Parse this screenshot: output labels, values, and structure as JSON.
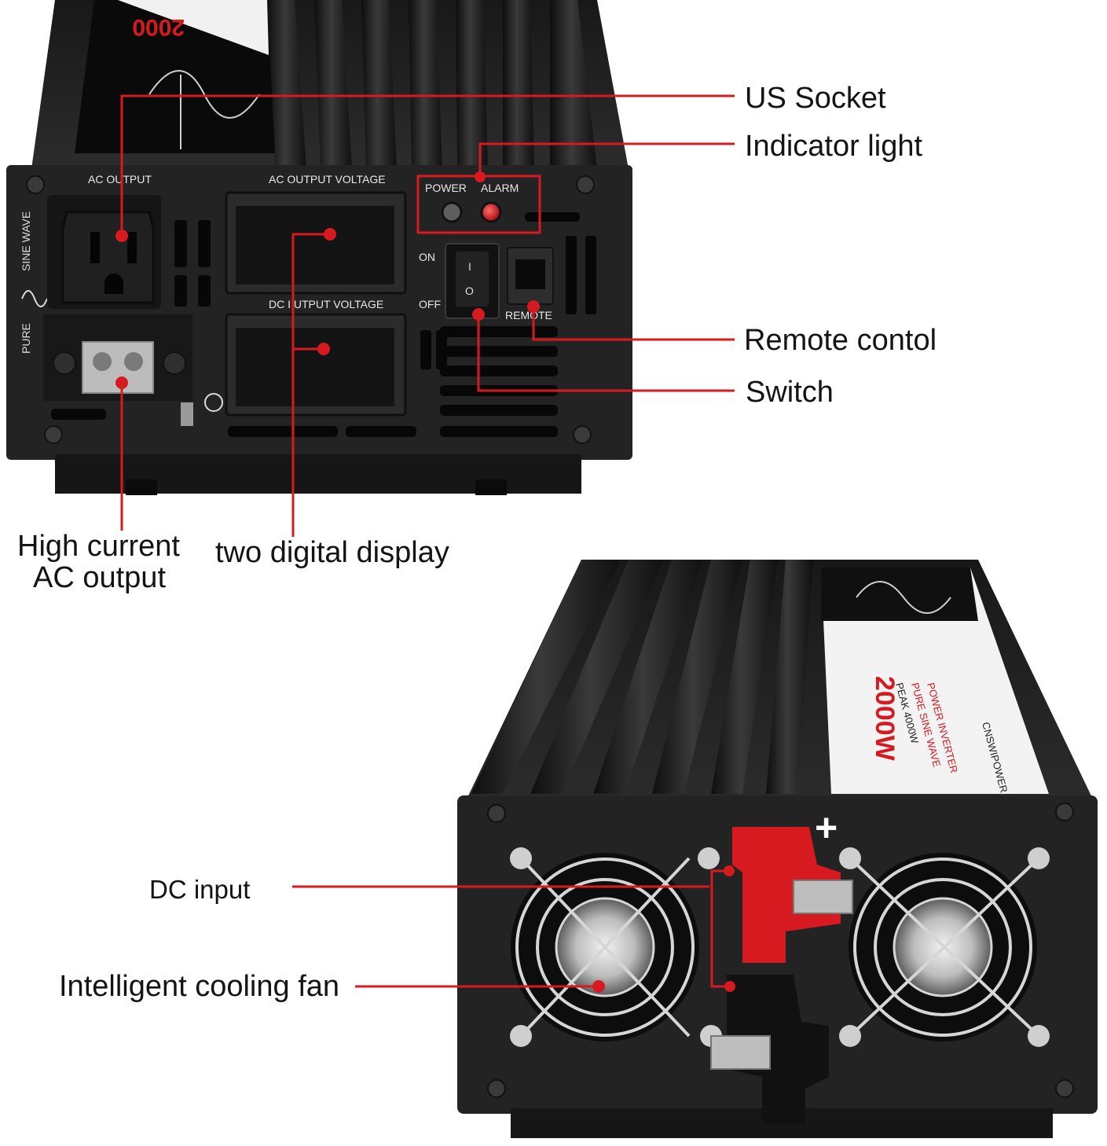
{
  "callouts": {
    "us_socket": "US Socket",
    "indicator_light": "Indicator light",
    "remote_control": "Remote contol",
    "switch": "Switch",
    "high_current_line1": "High current",
    "high_current_line2": "AC output",
    "two_digital_display": "two digital display",
    "dc_input": "DC input",
    "cooling_fan": "Intelligent cooling fan"
  },
  "front_panel": {
    "ac_output": "AC OUTPUT",
    "ac_output_voltage": "AC OUTPUT VOLTAGE",
    "dc_output_voltage": "DC I UTPUT VOLTAGE",
    "power": "POWER",
    "alarm": "ALARM",
    "on": "ON",
    "off": "OFF",
    "remote": "REMOTE",
    "pure": "PURE",
    "sine_wave": "SINE WAVE",
    "switch_on_symbol": "I",
    "switch_off_symbol": "O"
  },
  "rear_panel": {
    "plus_sign": "+",
    "wattage": "2000W",
    "brand_line1": "POWER INVERTER",
    "brand_line2": "PURE SINE WAVE",
    "peak": "PEAK 4000W",
    "maker": "CNSWIPOWER"
  },
  "colors": {
    "accent": "#d71920",
    "housing": "#1c1c1c",
    "panel": "#232323"
  }
}
